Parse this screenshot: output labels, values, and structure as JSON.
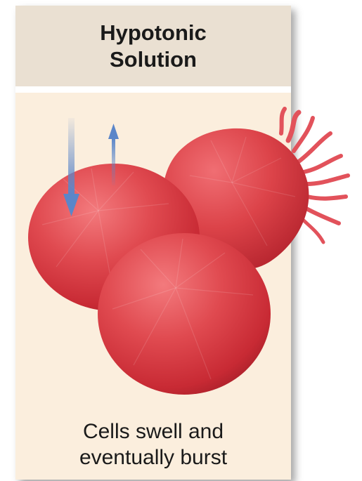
{
  "header": {
    "line1": "Hypotonic",
    "line2": "Solution"
  },
  "caption": {
    "line1": "Cells swell and",
    "line2": "eventually burst"
  },
  "colors": {
    "panel_background": "#fbeedd",
    "header_background": "#eae0d2",
    "cell_red": "#d9383f",
    "arrow_blue": "#5b86c9"
  },
  "icons": {
    "water_in": "arrow-down-icon",
    "water_out": "arrow-up-icon"
  }
}
